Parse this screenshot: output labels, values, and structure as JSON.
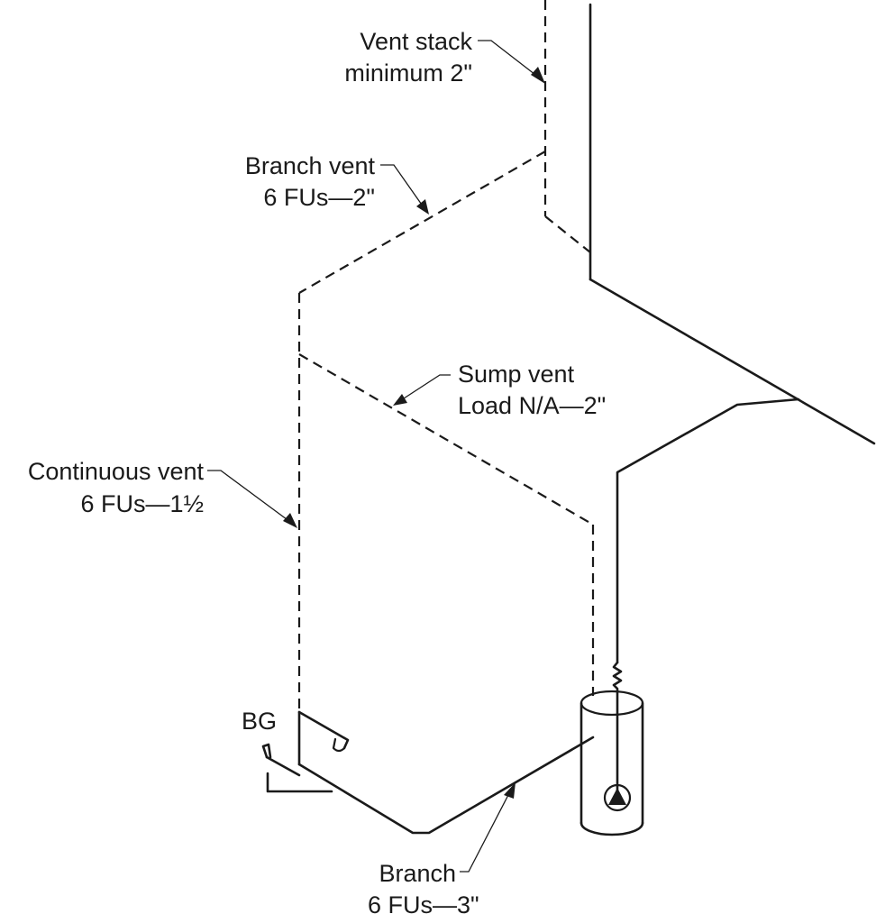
{
  "labels": {
    "vent_stack": {
      "line1": "Vent stack",
      "line2": "minimum 2\""
    },
    "branch_vent": {
      "line1": "Branch vent",
      "line2": "6 FUs—2\""
    },
    "sump_vent": {
      "line1": "Sump vent",
      "line2": "Load N/A—2\""
    },
    "continuous_vent": {
      "line1": "Continuous vent",
      "line2": "6 FUs—1½"
    },
    "fixture": {
      "code": "BG"
    },
    "branch": {
      "line1": "Branch",
      "line2": "6 FUs—3\""
    }
  },
  "icons": {
    "pump": "pump-triangle-icon",
    "spring": "float-switch-icon"
  },
  "colors": {
    "line": "#1a1a1a",
    "background": "#ffffff"
  }
}
